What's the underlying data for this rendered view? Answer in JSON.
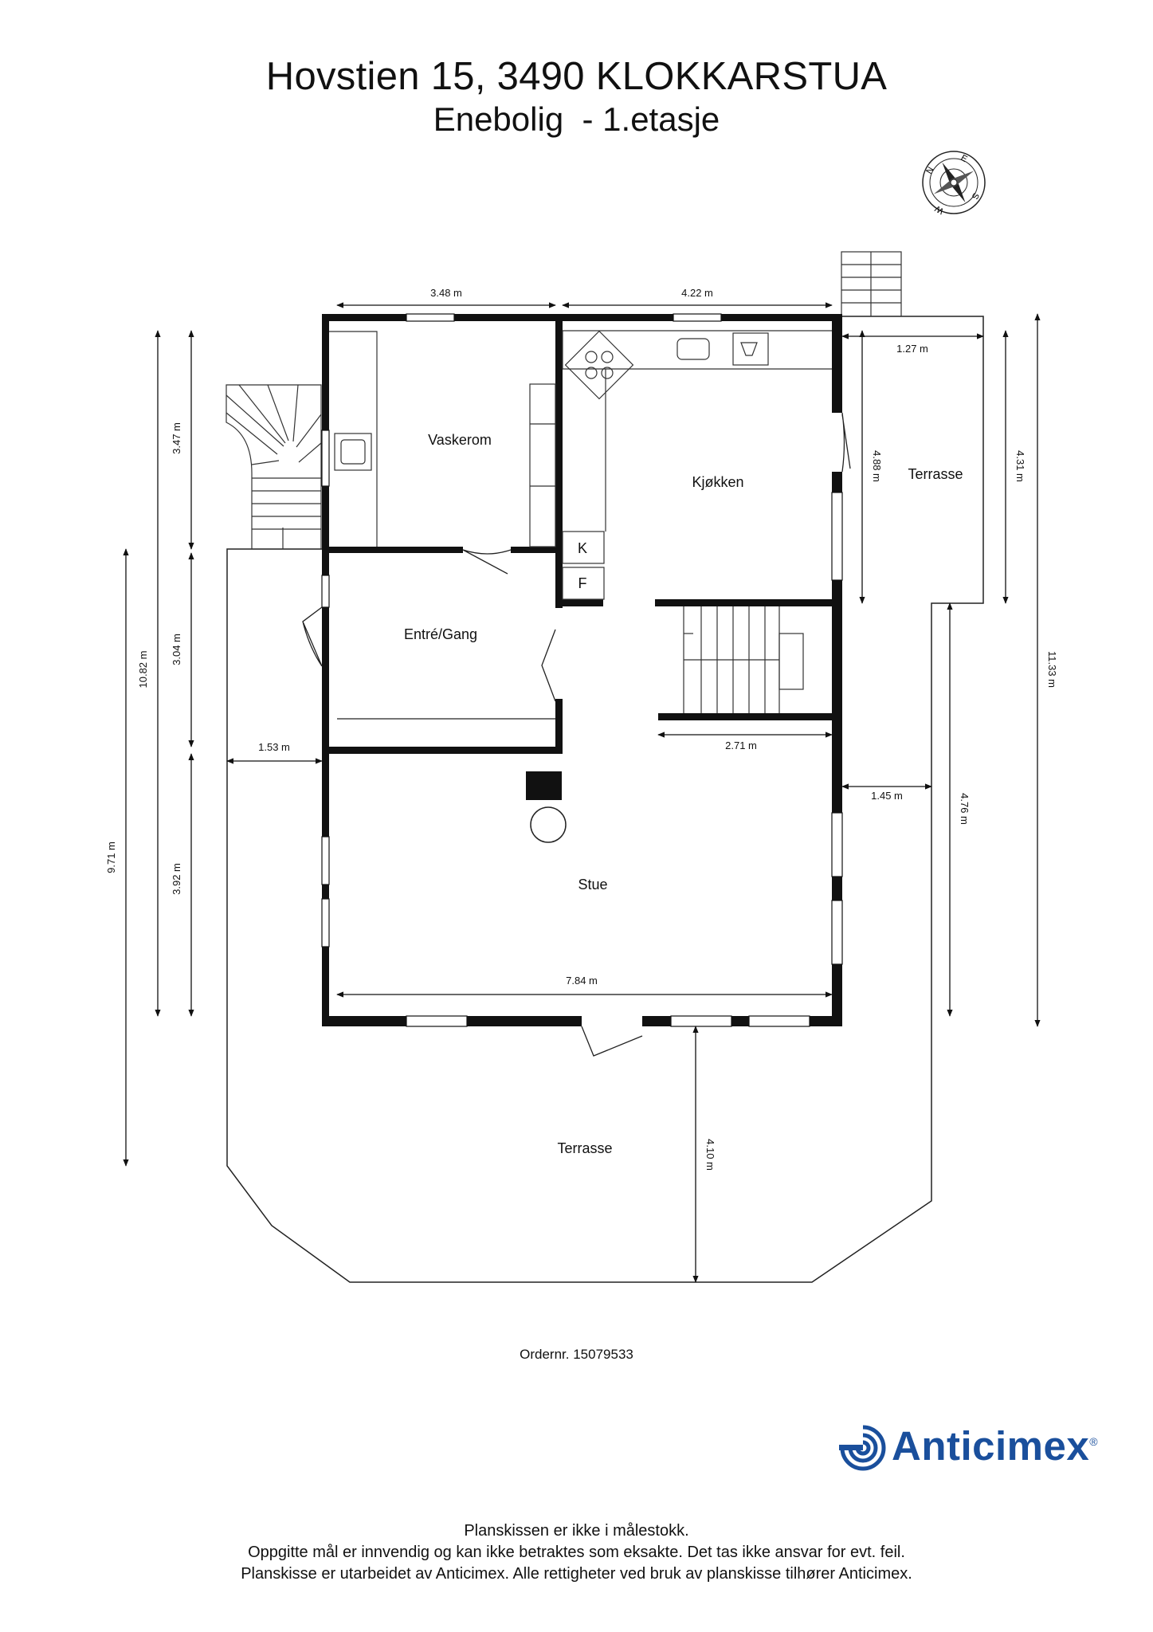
{
  "header": {
    "title": "Hovstien 15, 3490 KLOKKARSTUA",
    "subtitle": "Enebolig  - 1.etasje"
  },
  "compass": {
    "letters": [
      "N",
      "E",
      "S",
      "W"
    ]
  },
  "rooms": {
    "vaskerom": "Vaskerom",
    "kjokken": "Kjøkken",
    "entre": "Entré/Gang",
    "stue": "Stue",
    "terrasse_right": "Terrasse",
    "terrasse_bottom": "Terrasse",
    "fridge": "F",
    "cabinet": "K"
  },
  "dimensions": {
    "vaskerom_width": "3.48 m",
    "kjokken_width": "4.22 m",
    "terrasse_width": "1.27 m",
    "kjokken_depth": "4.88 m",
    "terrasse_depth": "4.31 m",
    "total_right": "11.33 m",
    "vaskerom_depth": "3.47 m",
    "total_left": "10.82 m",
    "entre_depth": "3.04 m",
    "stue_depth": "3.92 m",
    "left_terrace": "9.71 m",
    "left_step": "1.53 m",
    "stair_width": "2.71 m",
    "right_step": "1.45 m",
    "right_terrace": "4.76 m",
    "stue_width": "7.84 m",
    "front_terrace": "4.10 m"
  },
  "order": "Ordernr. 15079533",
  "brand": {
    "name": "Anticimex",
    "registered": "®",
    "color": "#1a4f9c"
  },
  "footer": {
    "line1": "Planskissen er ikke i målestokk.",
    "line2": "Oppgitte mål er innvendig og kan ikke betraktes som eksakte. Det tas ikke ansvar for evt. feil.",
    "line3": "Planskisse er utarbeidet av Anticimex. Alle rettigheter ved bruk av planskisse tilhører Anticimex."
  }
}
